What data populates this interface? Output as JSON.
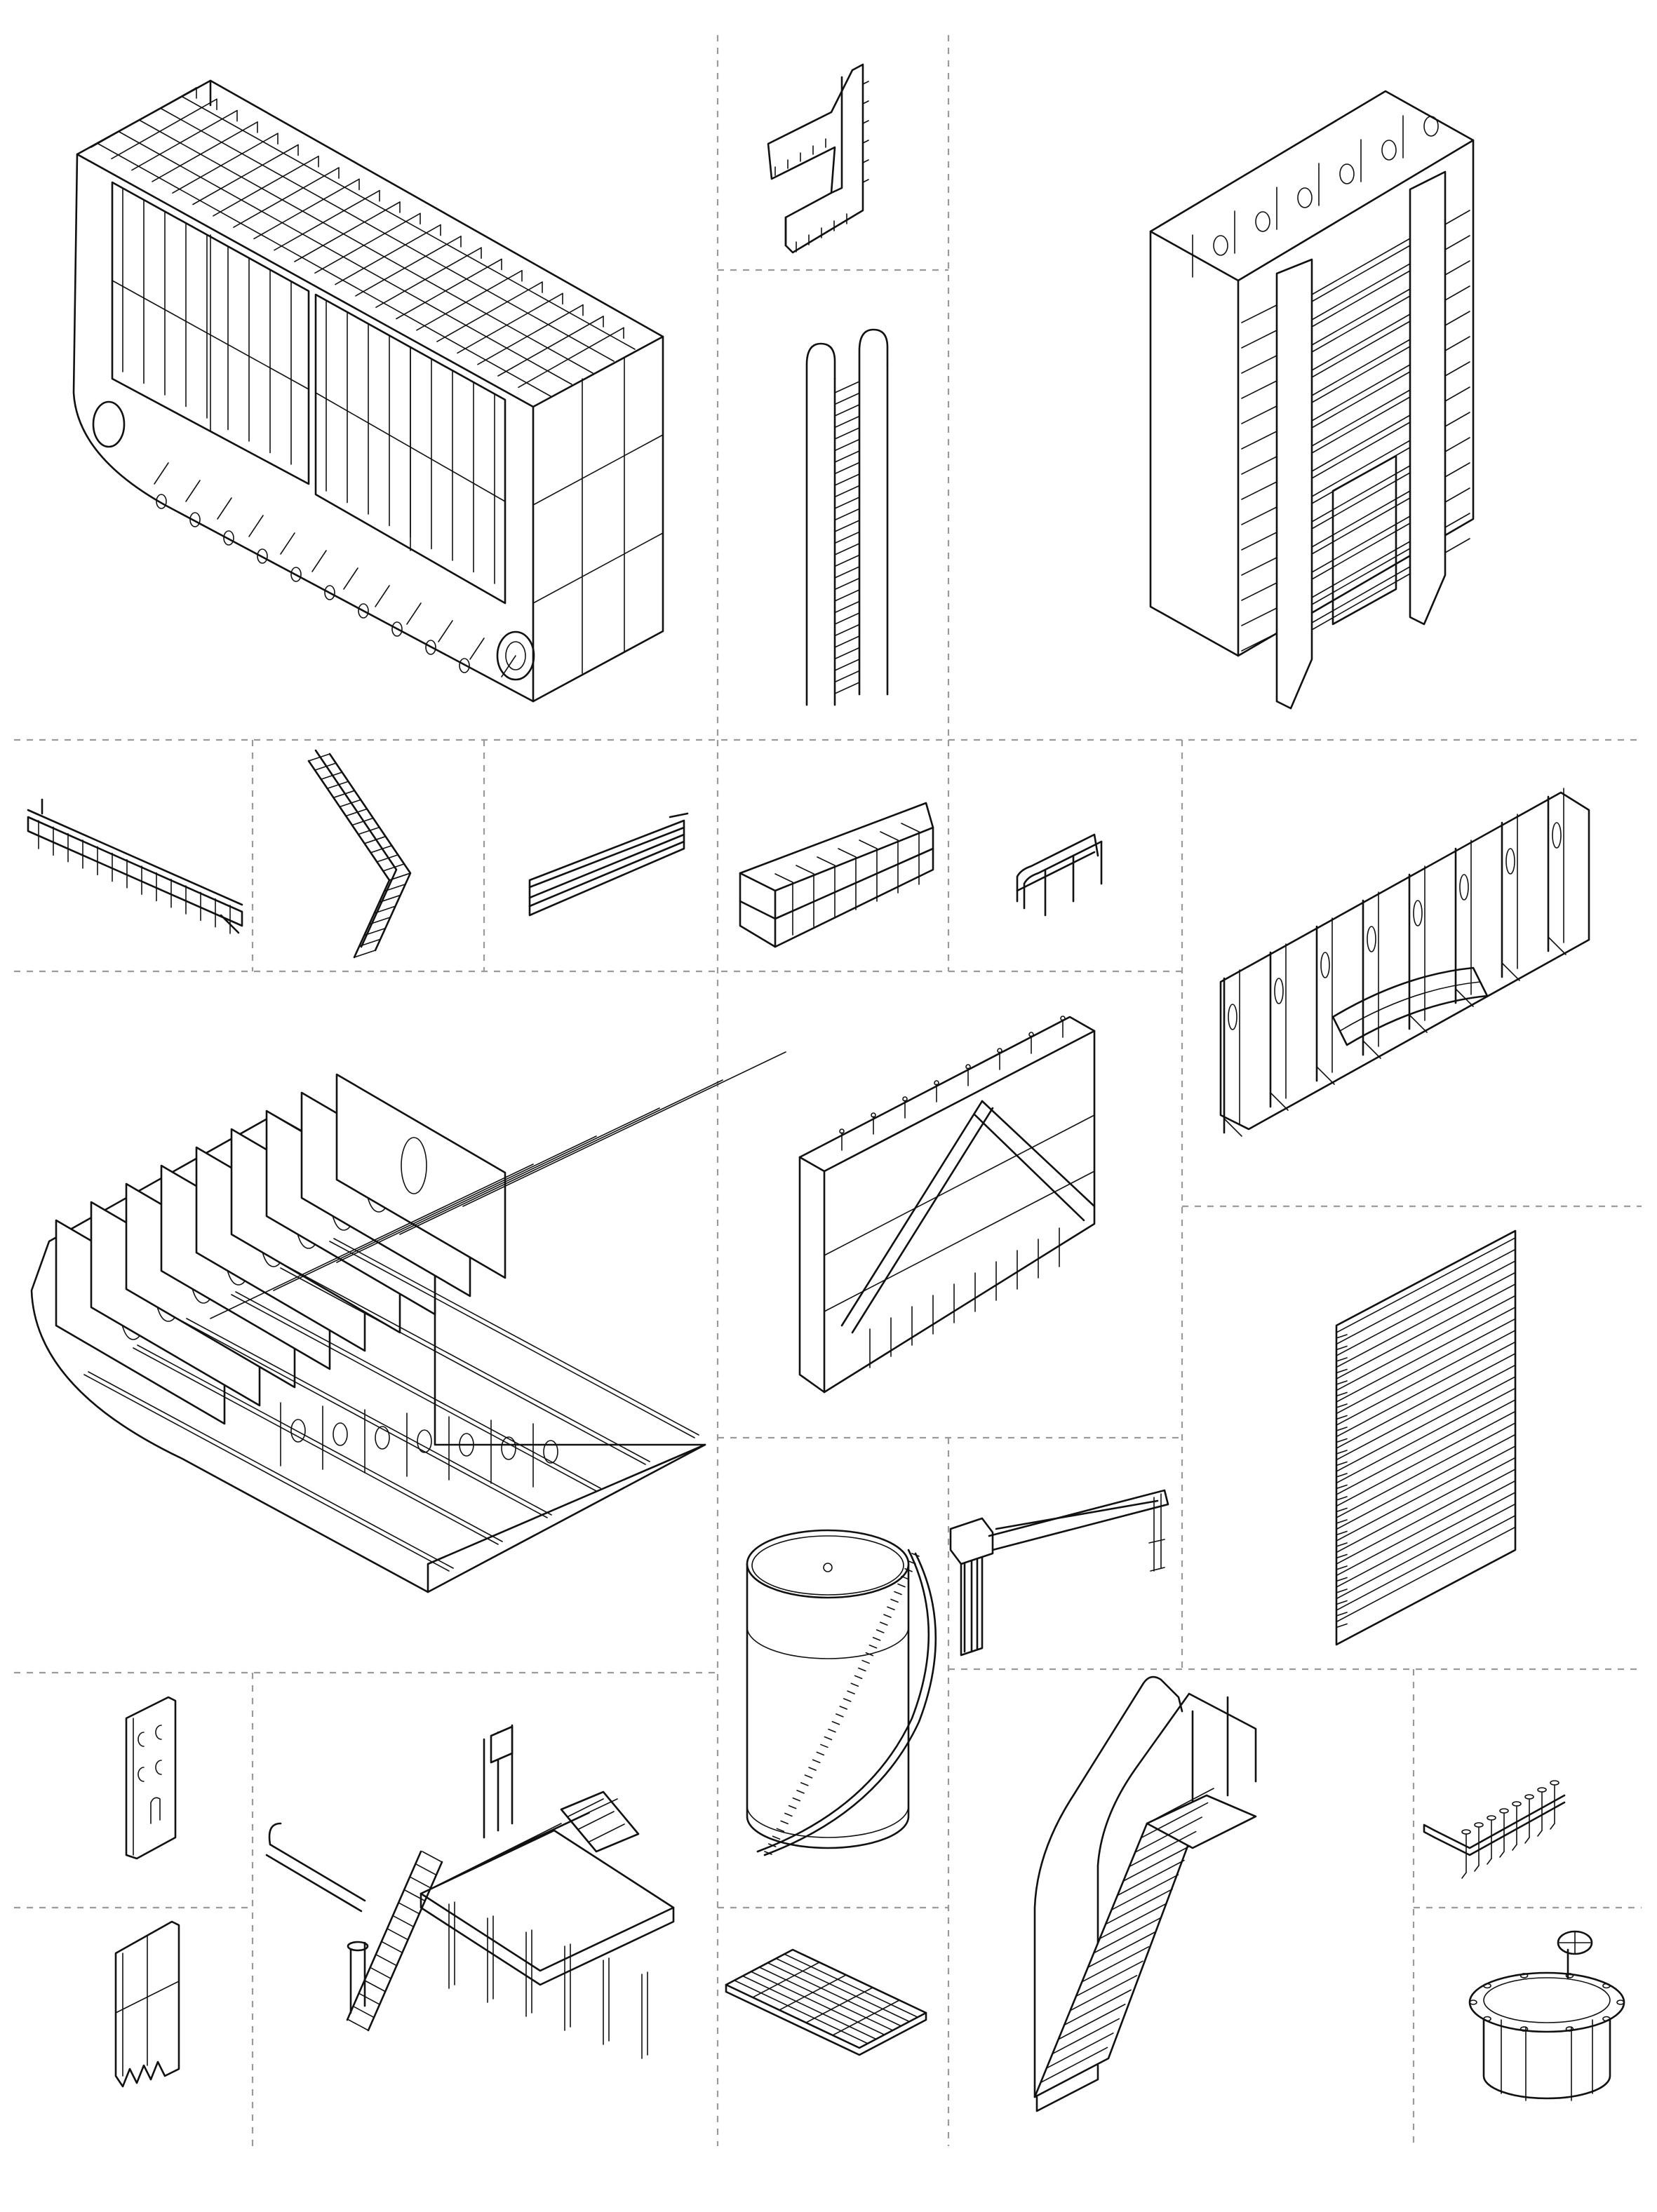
{
  "sheet": {
    "background": "#ffffff",
    "line_color": "#111111",
    "divider_color": "#9a9a9a",
    "divider_style": "dashed"
  },
  "panels": [
    {
      "id": "double-hull-block",
      "icon": "hull-block-icon"
    },
    {
      "id": "bracket",
      "icon": "bracket-icon"
    },
    {
      "id": "vertical-ladder",
      "icon": "ladder-icon"
    },
    {
      "id": "web-frame-column",
      "icon": "web-frame-icon"
    },
    {
      "id": "catwalk",
      "icon": "catwalk-icon"
    },
    {
      "id": "inclined-ladder",
      "icon": "inclined-ladder-icon"
    },
    {
      "id": "corrugated-strip",
      "icon": "corrugated-strip-icon"
    },
    {
      "id": "girder-section",
      "icon": "girder-icon"
    },
    {
      "id": "handrail",
      "icon": "handrail-icon"
    },
    {
      "id": "transverse-bulkhead",
      "icon": "bulkhead-icon"
    },
    {
      "id": "bottom-structure",
      "icon": "bottom-structure-icon"
    },
    {
      "id": "braced-frame",
      "icon": "braced-frame-icon"
    },
    {
      "id": "corrugated-bulkhead",
      "icon": "corrugated-bulkhead-icon"
    },
    {
      "id": "storage-tank",
      "icon": "tank-icon"
    },
    {
      "id": "deck-crane",
      "icon": "crane-icon"
    },
    {
      "id": "floor-plate",
      "icon": "floor-plate-icon"
    },
    {
      "id": "flat-plate",
      "icon": "flat-plate-icon"
    },
    {
      "id": "manifold-platform",
      "icon": "manifold-platform-icon"
    },
    {
      "id": "grating-panel",
      "icon": "grating-icon"
    },
    {
      "id": "stair-tower",
      "icon": "stair-icon"
    },
    {
      "id": "valve-manifold",
      "icon": "valve-manifold-icon"
    },
    {
      "id": "hatch-dome",
      "icon": "hatch-icon"
    }
  ]
}
